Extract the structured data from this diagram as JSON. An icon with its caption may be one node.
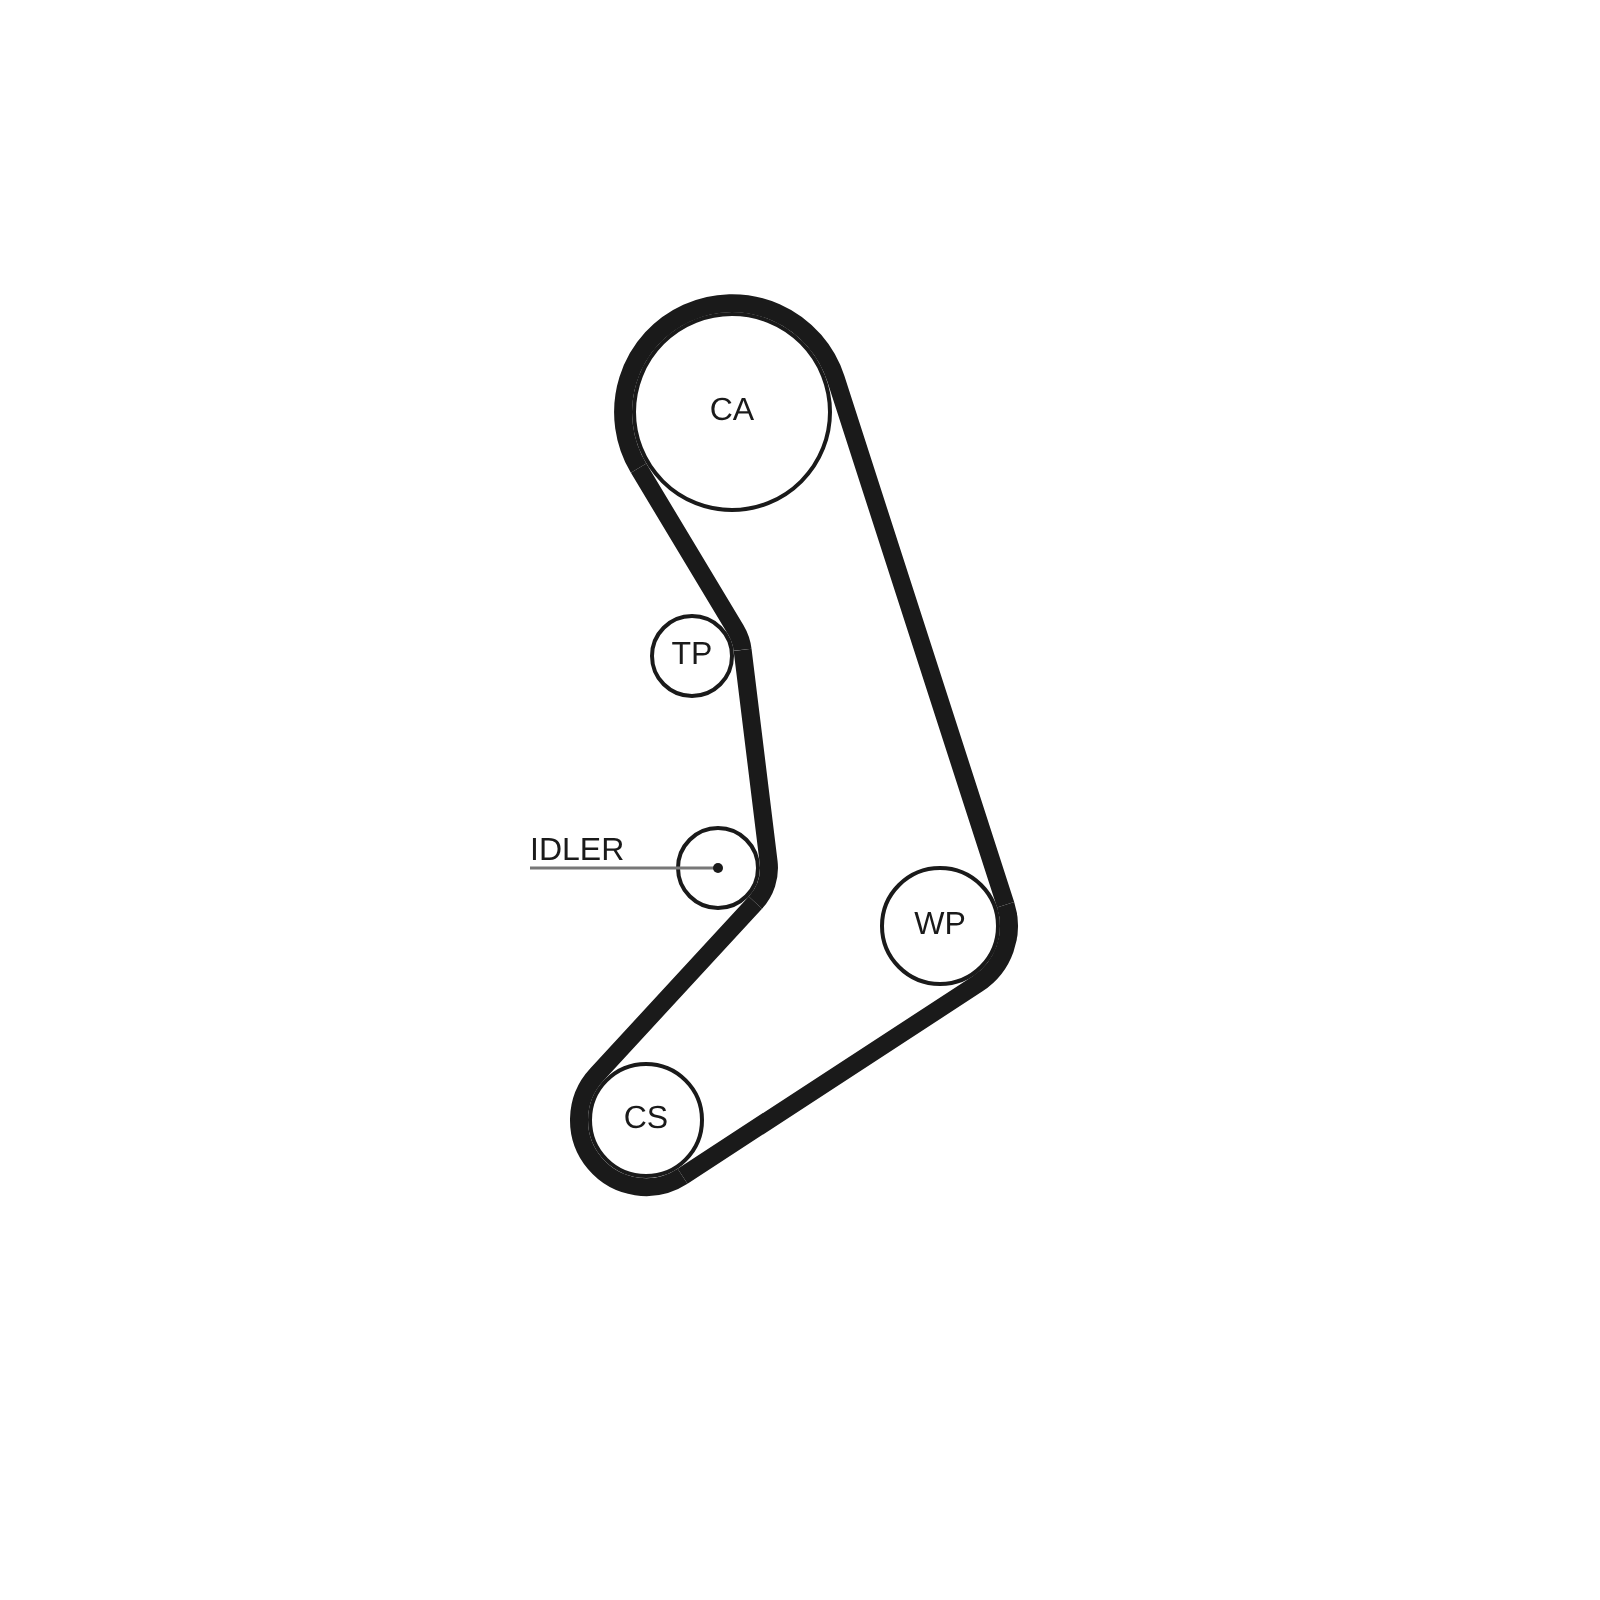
{
  "diagram": {
    "nodes": [
      {
        "text": [
          "CA"
        ]
      },
      {
        "text": [
          "TP"
        ]
      },
      {
        "text": [
          "IDLER"
        ]
      },
      {
        "text": [],
        "shape": "circle"
      },
      {
        "text": [
          "WP"
        ]
      },
      {
        "text": [
          "CS"
        ]
      }
    ],
    "edges": [
      {
        "from": 0,
        "to": 1,
        "arrow": "none"
      },
      {
        "from": 1,
        "to": 3,
        "arrow": "none"
      },
      {
        "from": 3,
        "to": 5,
        "arrow": "none"
      },
      {
        "from": 5,
        "to": 4,
        "arrow": "none"
      },
      {
        "from": 4,
        "to": 0,
        "arrow": "none"
      },
      {
        "from": 2,
        "to": 3,
        "arrow": "none",
        "color": "#777777"
      }
    ]
  }
}
